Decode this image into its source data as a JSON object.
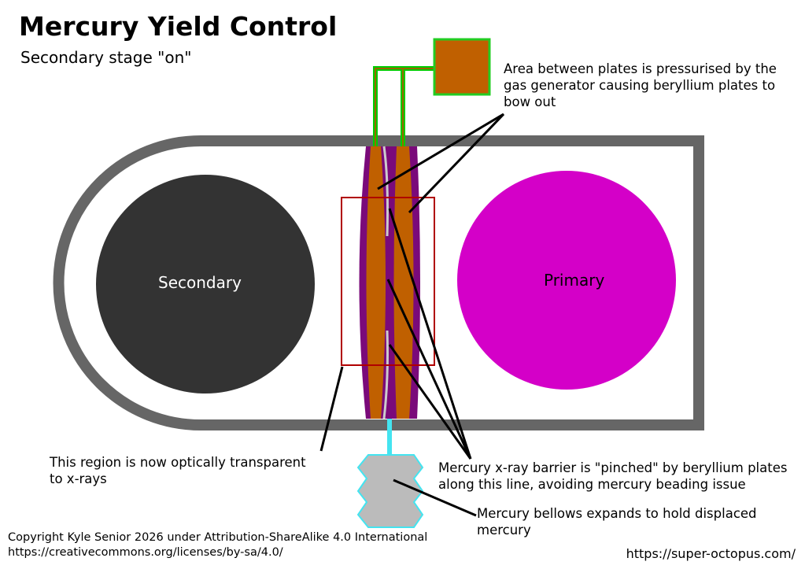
{
  "title": "Mercury Yield Control",
  "subtitle": "Secondary stage \"on\"",
  "labels": {
    "secondary": "Secondary",
    "primary": "Primary"
  },
  "annotations": {
    "pressurised": [
      "Area between plates is pressurised by the",
      "gas generator causing beryllium plates to",
      "bow out"
    ],
    "transparent": [
      "This region is now optically transparent",
      "to x-rays"
    ],
    "pinched": [
      "Mercury x-ray barrier is \"pinched\" by beryllium plates",
      "along this line, avoiding mercury beading issue"
    ],
    "bellows": [
      "Mercury bellows expands to hold displaced",
      "mercury"
    ]
  },
  "footer": {
    "copyright": "Copyright Kyle Senior 2026 under Attribution-ShareAlike 4.0 International",
    "license_url": "https://creativecommons.org/licenses/by-sa/4.0/",
    "site_url": "https://super-octopus.com/"
  },
  "colors": {
    "casing": "#666666",
    "secondary": "#333333",
    "primary": "#d400c8",
    "mercury": "#7a0a7a",
    "plate": "#c06000",
    "gas_generator": "#c06000",
    "gas_line": "#00cc00",
    "bellows": "#bbbbbb",
    "bellows_outline": "#44e4f0",
    "region_box": "#b00000"
  }
}
